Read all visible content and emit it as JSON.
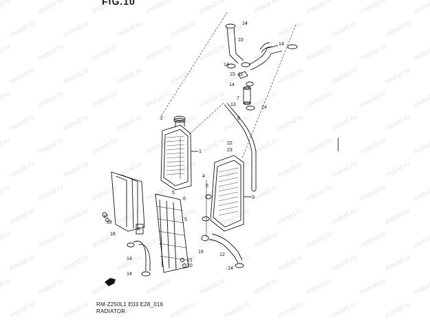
{
  "figure": {
    "number_label": "FIG.10",
    "model_code": "RM-Z250L1 E03 E28_016",
    "title": "RADIATOR"
  },
  "watermark": {
    "text": "motod.ru"
  },
  "callouts": [
    "14",
    "10",
    "11",
    "14",
    "14",
    "15",
    "14",
    "7",
    "14",
    "13",
    "9",
    "22",
    "23",
    "2",
    "1",
    "3",
    "4",
    "5",
    "6",
    "5",
    "6",
    "8",
    "17",
    "18",
    "16",
    "14",
    "14",
    "19",
    "21",
    "20",
    "12",
    "14"
  ]
}
